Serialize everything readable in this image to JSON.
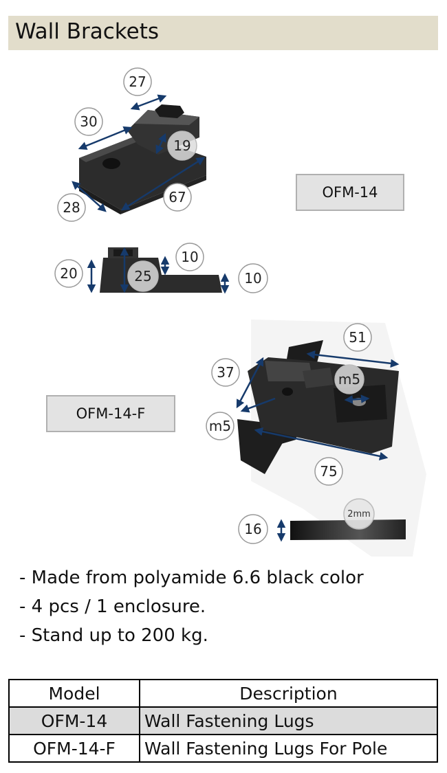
{
  "title": "Wall Brackets",
  "models": {
    "ofm14": "OFM-14",
    "ofm14f": "OFM-14-F"
  },
  "dimensions": {
    "ofm14_top": {
      "d27": "27",
      "d30": "30",
      "d19": "19",
      "d28": "28",
      "d67": "67"
    },
    "ofm14_side": {
      "d20": "20",
      "d25": "25",
      "d10a": "10",
      "d10b": "10"
    },
    "ofm14f": {
      "d51": "51",
      "d37": "37",
      "m5a": "m5",
      "m5b": "m5",
      "d75": "75"
    },
    "ofm14f_side": {
      "d16": "16",
      "d2mm": "2mm"
    }
  },
  "features": [
    "- Made from polyamide 6.6 black color",
    "- 4 pcs / 1 enclosure.",
    "- Stand up to 200 kg."
  ],
  "table": {
    "headers": [
      "Model",
      "Description"
    ],
    "rows": [
      {
        "model": "OFM-14",
        "description": "Wall Fastening Lugs"
      },
      {
        "model": "OFM-14-F",
        "description": "Wall Fastening Lugs For Pole"
      }
    ]
  },
  "colors": {
    "title_bg": "#e2ddcb",
    "arrow": "#163a6b",
    "part": "#2a2a2a"
  }
}
